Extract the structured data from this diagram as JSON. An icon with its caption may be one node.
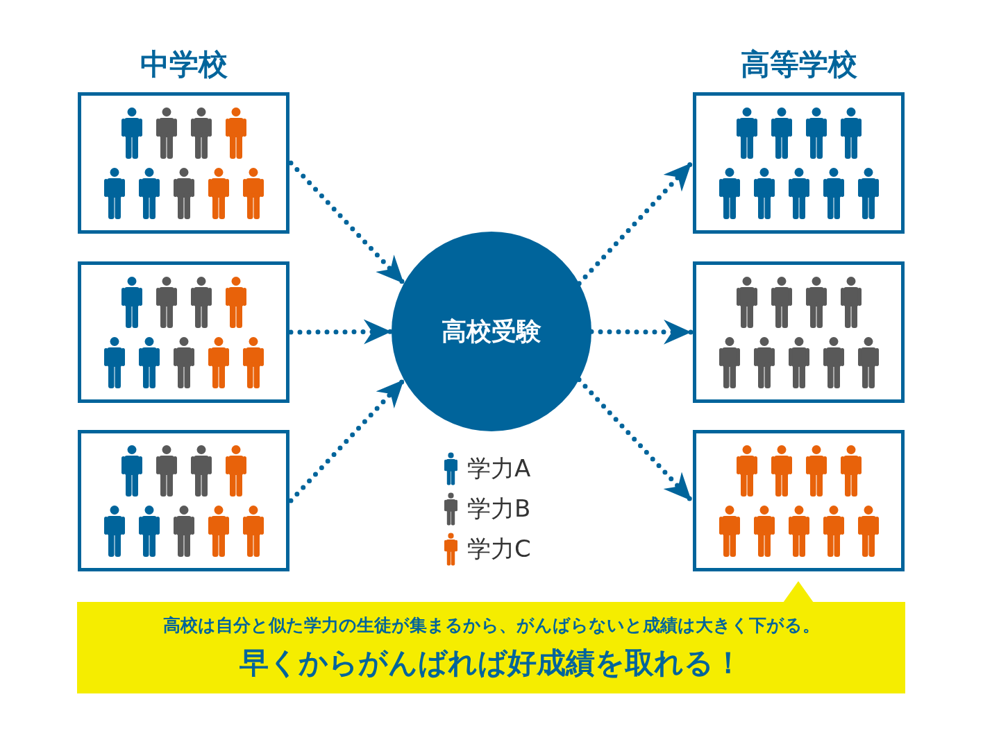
{
  "diagram": {
    "nodes": [
      {
        "text": [
          "中学校"
        ]
      },
      {
        "text": [],
        "shape": "box"
      },
      {
        "text": [],
        "shape": "box"
      },
      {
        "text": [
          "高校受験"
        ]
      },
      {
        "text": [
          "高等学校"
        ]
      },
      {
        "text": [],
        "shape": "box"
      },
      {
        "text": [],
        "shape": "box"
      },
      {
        "text": [
          "高校は自分と似た学力の生徒が集まるから、がんばらないと成績は大きく下がる。",
          "早くからがんばれば好成績を取れる！"
        ]
      }
    ],
    "edges": [
      {
        "from": 0,
        "to": 3,
        "arrow": "to"
      },
      {
        "from": 1,
        "to": 3,
        "arrow": "to"
      },
      {
        "from": 2,
        "to": 3,
        "arrow": "to"
      },
      {
        "from": 3,
        "to": 4,
        "arrow": "to"
      },
      {
        "from": 3,
        "to": 5,
        "arrow": "to"
      },
      {
        "from": 3,
        "to": 6,
        "arrow": "to"
      }
    ],
    "legend": [
      {
        "text": "学力A",
        "color": "#00649b"
      },
      {
        "text": "学力B",
        "color": "#595959"
      },
      {
        "text": "学力C",
        "color": "#e8620a"
      }
    ]
  }
}
